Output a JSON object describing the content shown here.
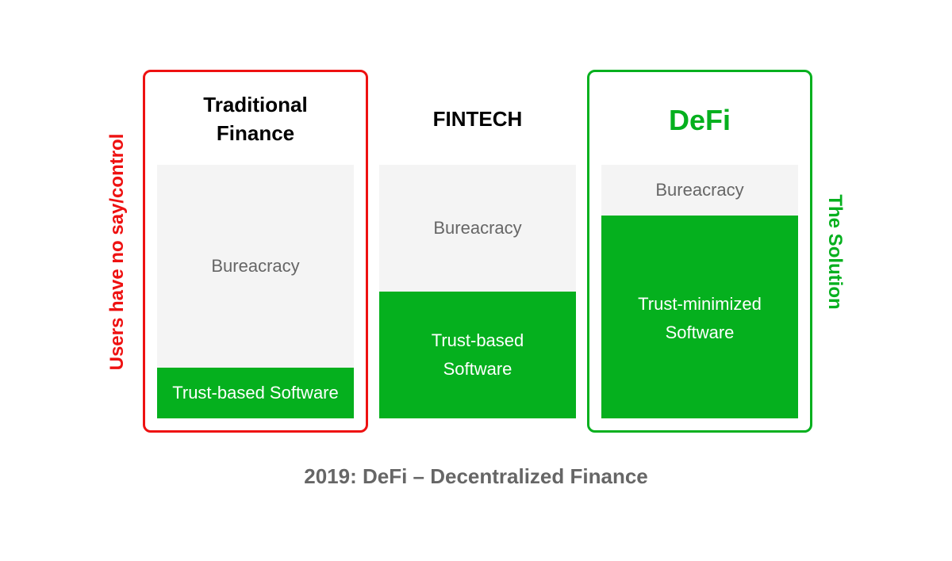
{
  "columns": [
    {
      "title_lines": [
        "Traditional",
        "Finance"
      ],
      "bureaucracy_label": "Bureacracy",
      "software_lines": [
        "Trust-based Software"
      ]
    },
    {
      "title_lines": [
        "FINTECH"
      ],
      "bureaucracy_label": "Bureacracy",
      "software_lines": [
        "Trust-based",
        "Software"
      ]
    },
    {
      "title_lines": [
        "DeFi"
      ],
      "bureaucracy_label": "Bureacracy",
      "software_lines": [
        "Trust-minimized",
        "Software"
      ]
    }
  ],
  "side_labels": {
    "left": "Users have no say/control",
    "right": "The Solution"
  },
  "caption": "2019: DeFi – Decentralized Finance",
  "colors": {
    "red": "#ee1111",
    "green": "#05b01e",
    "bureaucracy_fill": "#f4f4f4",
    "bureaucracy_text": "#666666"
  }
}
